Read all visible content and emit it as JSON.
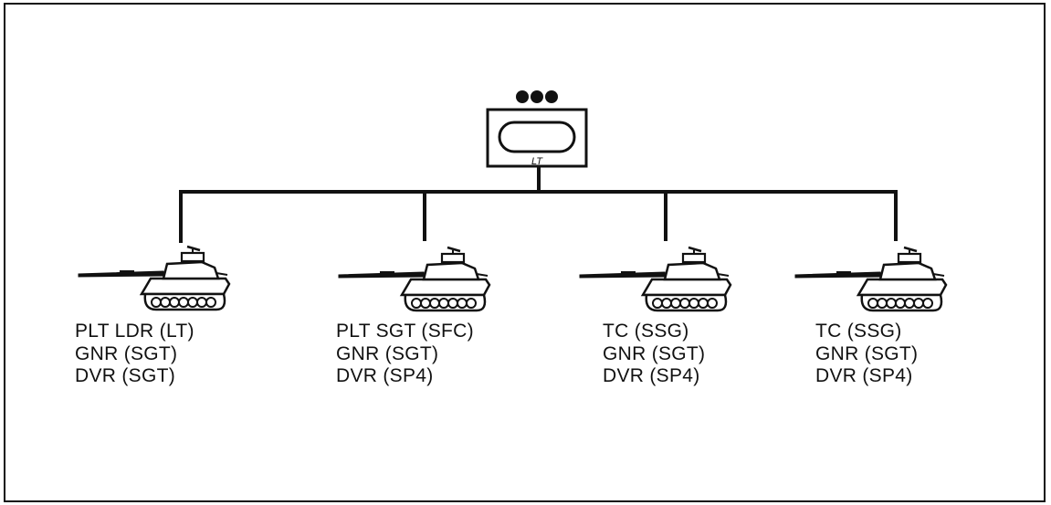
{
  "hq": {
    "echelon_icon": "platoon-dots-icon",
    "label": "LT"
  },
  "units": [
    {
      "icon": "tank-icon",
      "crew": [
        "PLT LDR (LT)",
        "GNR (SGT)",
        "DVR (SGT)"
      ]
    },
    {
      "icon": "tank-icon",
      "crew": [
        "PLT SGT (SFC)",
        "GNR (SGT)",
        "DVR (SP4)"
      ]
    },
    {
      "icon": "tank-icon",
      "crew": [
        "TC (SSG)",
        "GNR (SGT)",
        "DVR (SP4)"
      ]
    },
    {
      "icon": "tank-icon",
      "crew": [
        "TC (SSG)",
        "GNR (SGT)",
        "DVR (SP4)"
      ]
    }
  ],
  "colors": {
    "ink": "#111111",
    "background": "#ffffff"
  }
}
